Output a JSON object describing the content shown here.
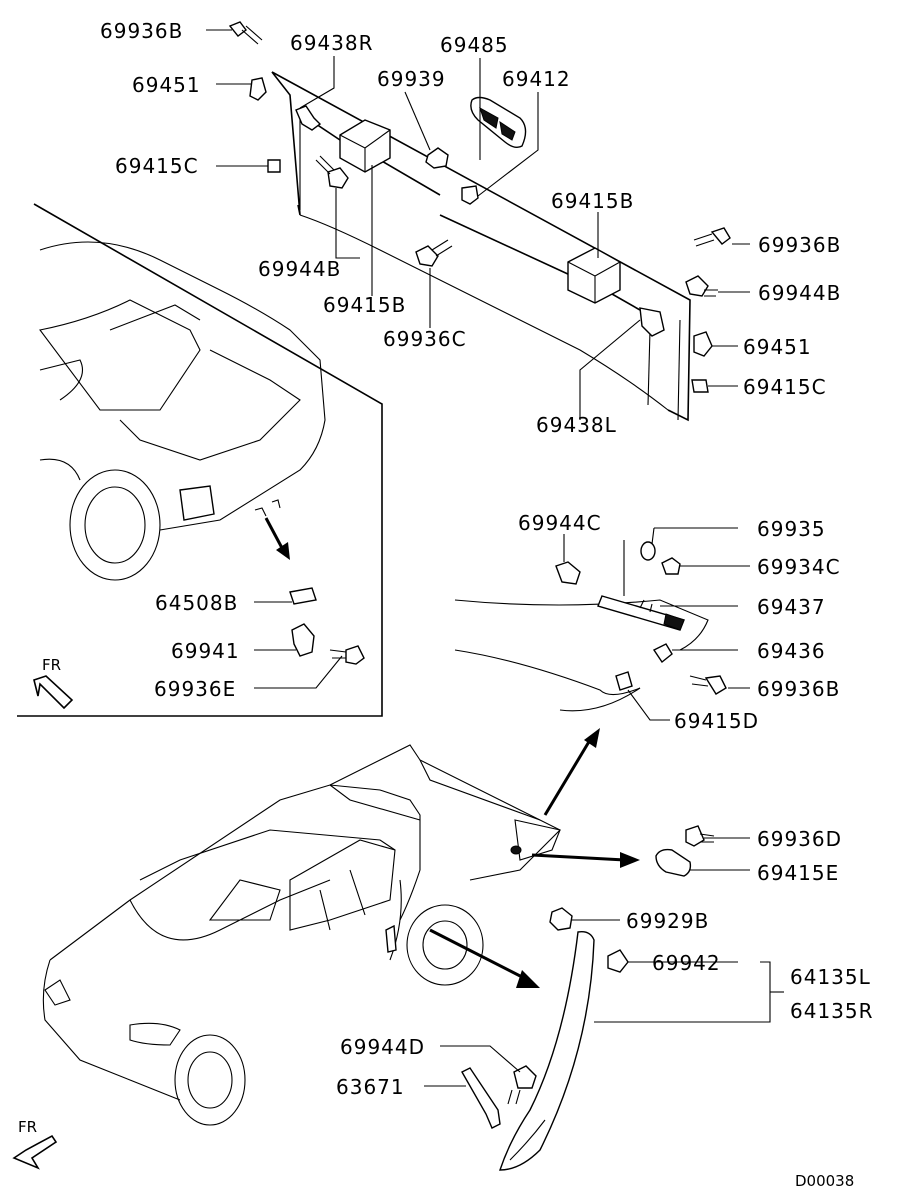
{
  "diagram_code": "D00038",
  "fr_label": "FR",
  "callouts": [
    {
      "id": "c1",
      "text": "69936B"
    },
    {
      "id": "c2",
      "text": "69438R"
    },
    {
      "id": "c3",
      "text": "69485"
    },
    {
      "id": "c4",
      "text": "69451"
    },
    {
      "id": "c5",
      "text": "69939"
    },
    {
      "id": "c6",
      "text": "69412"
    },
    {
      "id": "c7",
      "text": "69415C"
    },
    {
      "id": "c8",
      "text": "69415B"
    },
    {
      "id": "c9",
      "text": "69944B"
    },
    {
      "id": "c10",
      "text": "69415B"
    },
    {
      "id": "c11",
      "text": "69936C"
    },
    {
      "id": "c12",
      "text": "69936B"
    },
    {
      "id": "c13",
      "text": "69944B"
    },
    {
      "id": "c14",
      "text": "69451"
    },
    {
      "id": "c15",
      "text": "69415C"
    },
    {
      "id": "c16",
      "text": "69438L"
    },
    {
      "id": "c17",
      "text": "64508B"
    },
    {
      "id": "c18",
      "text": "69941"
    },
    {
      "id": "c19",
      "text": "69936E"
    },
    {
      "id": "c20",
      "text": "69944C"
    },
    {
      "id": "c21",
      "text": "69935"
    },
    {
      "id": "c22",
      "text": "69934C"
    },
    {
      "id": "c23",
      "text": "69437"
    },
    {
      "id": "c24",
      "text": "69436"
    },
    {
      "id": "c25",
      "text": "69936B"
    },
    {
      "id": "c26",
      "text": "69415D"
    },
    {
      "id": "c27",
      "text": "69936D"
    },
    {
      "id": "c28",
      "text": "69415E"
    },
    {
      "id": "c29",
      "text": "69929B"
    },
    {
      "id": "c30",
      "text": "69942"
    },
    {
      "id": "c31",
      "text": "64135L"
    },
    {
      "id": "c32",
      "text": "64135R"
    },
    {
      "id": "c33",
      "text": "69944D"
    },
    {
      "id": "c34",
      "text": "63671"
    }
  ]
}
